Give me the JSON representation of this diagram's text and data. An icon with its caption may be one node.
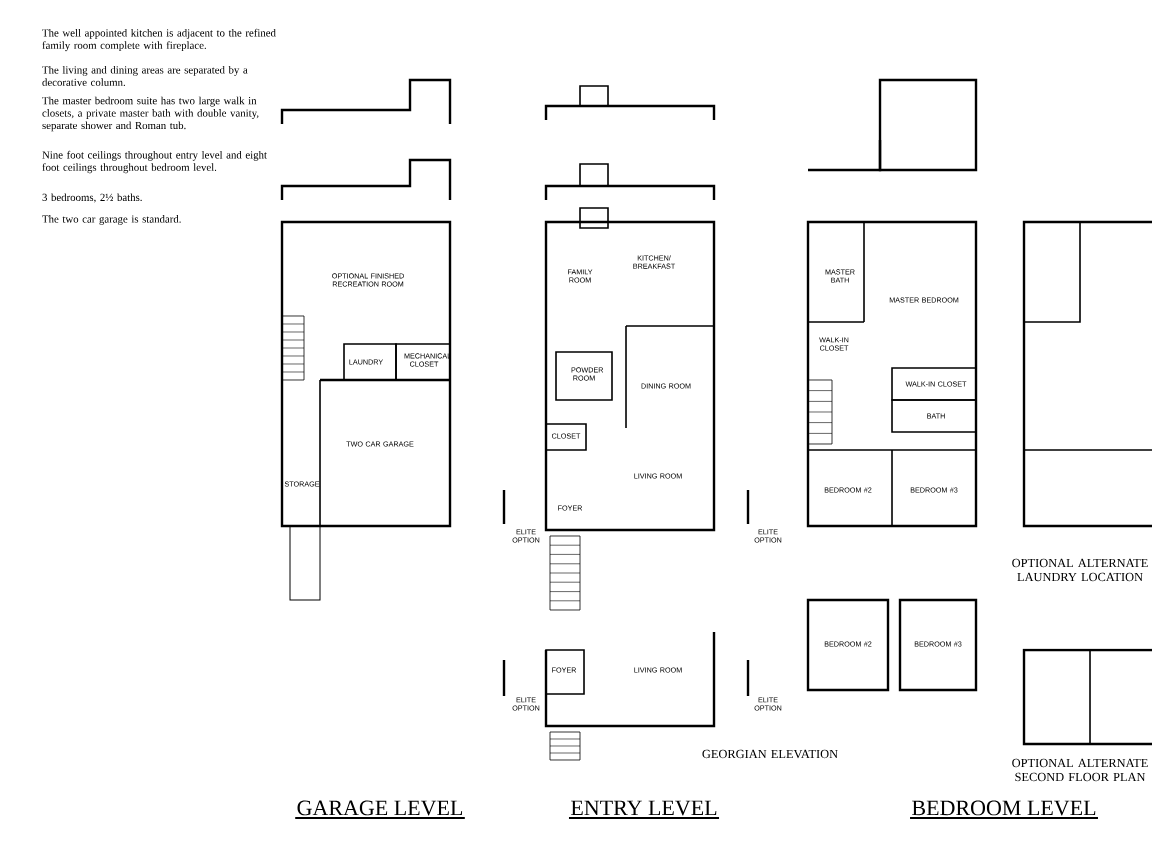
{
  "diagram": {
    "labels": [
      "The well appointed kitchen is adjacent to the refined family room complete with fireplace.",
      "The living and dining areas are separated by a decorative column.",
      "The master bedroom suite has two large walk in closets, a private master bath with double vanity, separate shower and Roman tub.",
      "Nine foot ceilings throughout entry level and eight foot ceilings throughout bedroom level.",
      "3 bedrooms, 2½ baths.",
      "The two car garage is standard.",
      "OPTIONAL FINISHED RECREATION ROOM",
      "LAUNDRY",
      "MECHANICAL CLOSET",
      "TWO CAR GARAGE",
      "STORAGE",
      "FAMILY ROOM",
      "KITCHEN/ BREAKFAST",
      "POWDER ROOM",
      "DINING ROOM",
      "CLOSET",
      "LIVING ROOM",
      "FOYER",
      "ELITE OPTION",
      "ELITE OPTION",
      "FOYER",
      "LIVING ROOM",
      "ELITE OPTION",
      "ELITE OPTION",
      "MASTER BATH",
      "MASTER BEDROOM",
      "WALK-IN CLOSET",
      "WALK-IN CLOSET",
      "BATH",
      "BEDROOM #2",
      "BEDROOM #3",
      "BEDROOM #2",
      "BEDROOM #3",
      "GEORGIAN ELEVATION",
      "OPTIONAL ALTERNATE LAUNDRY LOCATION",
      "OPTIONAL ALTERNATE SECOND FLOOR PLAN",
      "GARAGE LEVEL",
      "ENTRY LEVEL",
      "BEDROOM LEVEL"
    ]
  }
}
